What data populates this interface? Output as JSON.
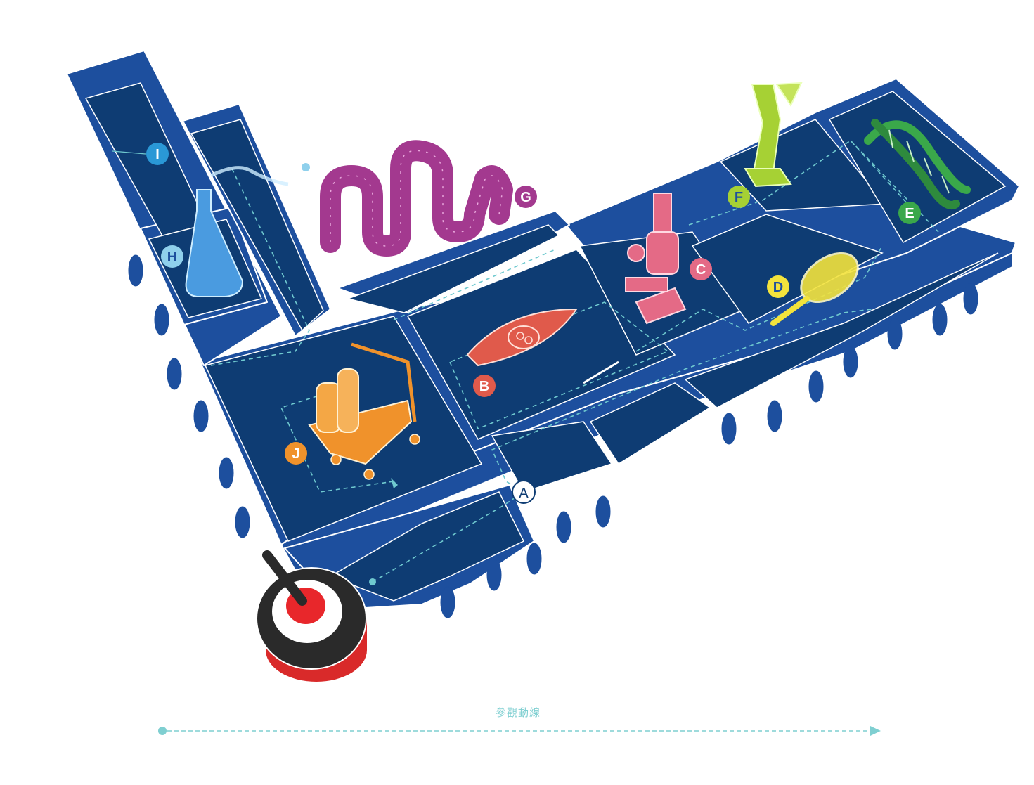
{
  "legend": {
    "label": "參觀動線",
    "line_color": "#7fcfd1"
  },
  "colors": {
    "wall_blue": "#1d4f9e",
    "floor_blue": "#0e3c73",
    "route": "#6fc9cf"
  },
  "zones": [
    {
      "id": "A",
      "label": "A",
      "color": "#ffffff",
      "text_color": "#0e3c73",
      "icon": "entrance-marker"
    },
    {
      "id": "B",
      "label": "B",
      "color": "#e05a4b",
      "text_color": "#ffffff",
      "icon": "cell-icon"
    },
    {
      "id": "C",
      "label": "C",
      "color": "#e46a86",
      "text_color": "#ffffff",
      "icon": "microscope-icon"
    },
    {
      "id": "D",
      "label": "D",
      "color": "#f3e33c",
      "text_color": "#1d4f9e",
      "icon": "magnifier-icon"
    },
    {
      "id": "E",
      "label": "E",
      "color": "#3aa84a",
      "text_color": "#ffffff",
      "icon": "dna-icon"
    },
    {
      "id": "F",
      "label": "F",
      "color": "#a6d134",
      "text_color": "#1d4f9e",
      "icon": "scale-icon"
    },
    {
      "id": "G",
      "label": "G",
      "color": "#a3398f",
      "text_color": "#ffffff",
      "icon": "intestine-icon"
    },
    {
      "id": "H",
      "label": "H",
      "color": "#8fd0ec",
      "text_color": "#1d4f9e",
      "icon": "flask-icon"
    },
    {
      "id": "I",
      "label": "I",
      "color": "#2a98d6",
      "text_color": "#ffffff",
      "icon": "corridor-marker"
    },
    {
      "id": "J",
      "label": "J",
      "color": "#f0922b",
      "text_color": "#ffffff",
      "icon": "trolley-icon"
    }
  ]
}
